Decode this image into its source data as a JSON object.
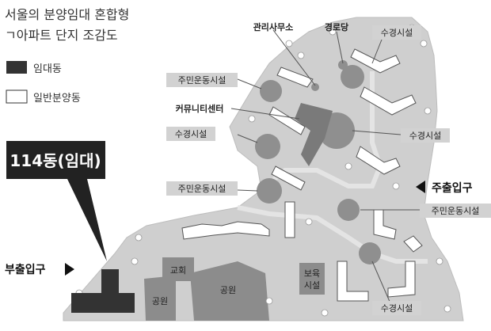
{
  "title_line1": "서울의 분양임대 혼합형",
  "title_line2": "ㄱ아파트 단지 조감도",
  "legend": {
    "rental": "임대동",
    "general": "일반분양동"
  },
  "callout": "114동(임대)",
  "entrances": {
    "main": "주출입구",
    "sub": "부출입구"
  },
  "facilities": {
    "management": "관리사무소",
    "senior_center": "경로당",
    "community_center": "커뮤니티센터",
    "landscape_1": "수경시설",
    "landscape_2": "수경시설",
    "landscape_3": "수경시설",
    "landscape_4": "수경시설",
    "sports_1": "주민운동시설",
    "sports_2": "주민운동시설",
    "sports_3": "주민운동시설",
    "church": "교회",
    "park_small": "공원",
    "park_large": "공원",
    "childcare_1": "보육",
    "childcare_2": "시설"
  },
  "colors": {
    "rental_building": "#333333",
    "general_building": "#ffffff",
    "site": "#cfcfcf",
    "facility_gray": "#8c8c8c",
    "water": "#8f8f8f",
    "label_box": "#d2d2d2"
  }
}
